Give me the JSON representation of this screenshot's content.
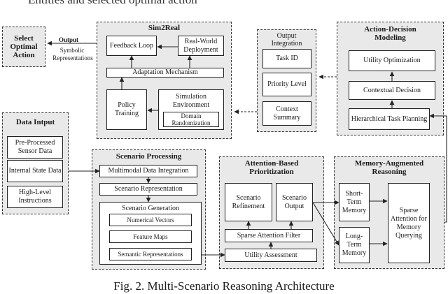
{
  "top_cut_text": "Entities and selected optimal action",
  "caption": "Fig. 2.  Multi-Scenario Reasoning Architecture",
  "select_action": {
    "line1": "Select",
    "line2": "Optimal",
    "line3": "Action"
  },
  "output_edge": {
    "label": "Output",
    "sub1": "Symbolic",
    "sub2": "Representations"
  },
  "sim2real": {
    "title": "Sim2Real",
    "feedback": "Feedback Loop",
    "deployment": "Real-World Deployment",
    "adaptation": "Adaptation Mechanism",
    "policy": "Policy Training",
    "sim_env": "Simulation Environment",
    "domain_rand": "Domain Randomization"
  },
  "output_integration": {
    "title": "Output Integration",
    "task_id": "Task ID",
    "priority": "Priority Level",
    "context": "Context Summary"
  },
  "action_decision": {
    "title": "Action-Decision Modeling",
    "utility": "Utility Optimization",
    "contextual": "Contextual Decision",
    "hierarchical": "Hierarchical Task Planning"
  },
  "data_input": {
    "title": "Data Intput",
    "sensor": "Pre-Processed Sensor Data",
    "internal": "Internal State Data",
    "instructions": "High-Level Instructions"
  },
  "scenario_processing": {
    "title": "Scenario Processing",
    "integration": "Multimodal Data Integration",
    "representation": "Scenario Representation",
    "generation": "Scenario Generation",
    "vectors": "Numerical Vectors",
    "maps": "Feature Maps",
    "semantic": "Semantic Representations"
  },
  "attention": {
    "title": "Attention-Based Prioritization",
    "refinement": "Scenario Refinement",
    "output": "Scenario Output",
    "filter": "Sparse Attention Filter",
    "utility": "Utility Assessment"
  },
  "memory": {
    "title": "Memory-Augmented Reasoning",
    "short": "Short-Term Memory",
    "long": "Long-Term Memory",
    "sparse": "Sparse Attention for Memory Querying"
  }
}
